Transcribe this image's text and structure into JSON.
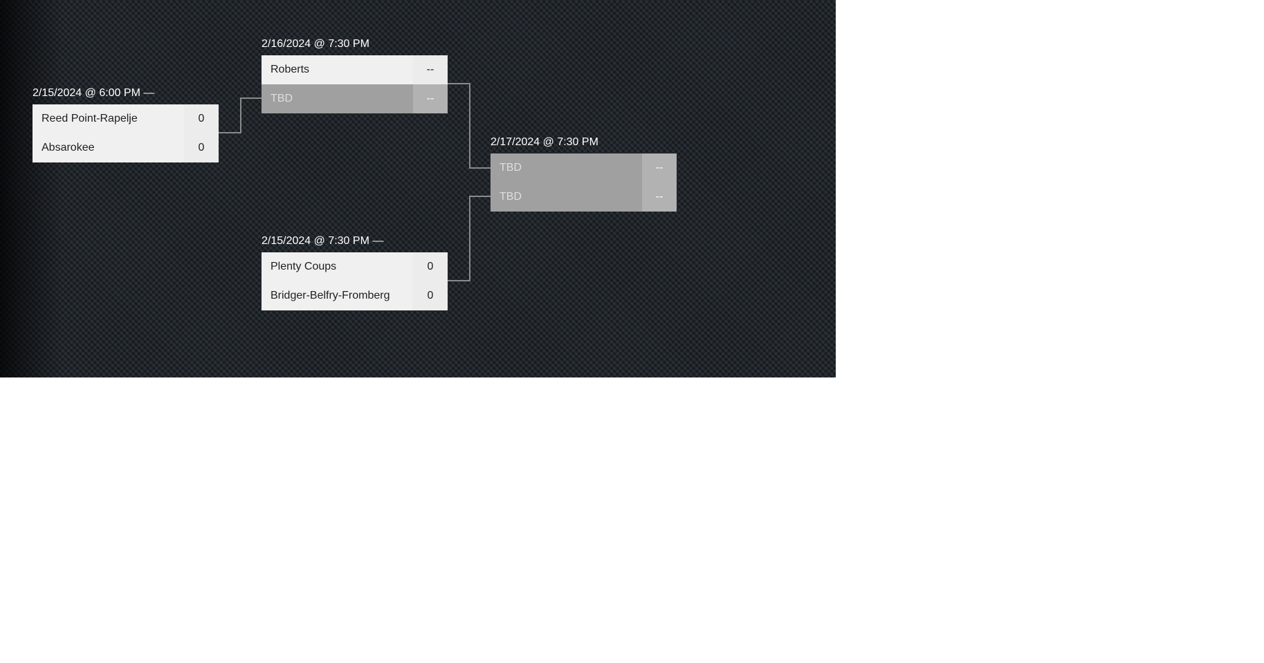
{
  "bracket": {
    "matches": [
      {
        "id": "m1",
        "date": "2/15/2024 @ 6:00 PM —",
        "teams": [
          {
            "name": "Reed Point-Rapelje",
            "score": "0",
            "tbd": false
          },
          {
            "name": "Absarokee",
            "score": "0",
            "tbd": false
          }
        ]
      },
      {
        "id": "m2",
        "date": "2/16/2024 @ 7:30 PM",
        "teams": [
          {
            "name": "Roberts",
            "score": "--",
            "tbd": false
          },
          {
            "name": "TBD",
            "score": "--",
            "tbd": true
          }
        ]
      },
      {
        "id": "m3",
        "date": "2/15/2024 @ 7:30 PM —",
        "teams": [
          {
            "name": "Plenty Coups",
            "score": "0",
            "tbd": false
          },
          {
            "name": "Bridger-Belfry-Fromberg",
            "score": "0",
            "tbd": false
          }
        ]
      },
      {
        "id": "m4",
        "date": "2/17/2024 @ 7:30 PM",
        "teams": [
          {
            "name": "TBD",
            "score": "--",
            "tbd": true
          },
          {
            "name": "TBD",
            "score": "--",
            "tbd": true
          }
        ]
      }
    ]
  },
  "colors": {
    "background": "#1b2026",
    "team_row": "#f0f0f0",
    "tbd_row": "#a0a0a0",
    "connector": "#8a8a8a",
    "date_text": "#ffffff"
  }
}
